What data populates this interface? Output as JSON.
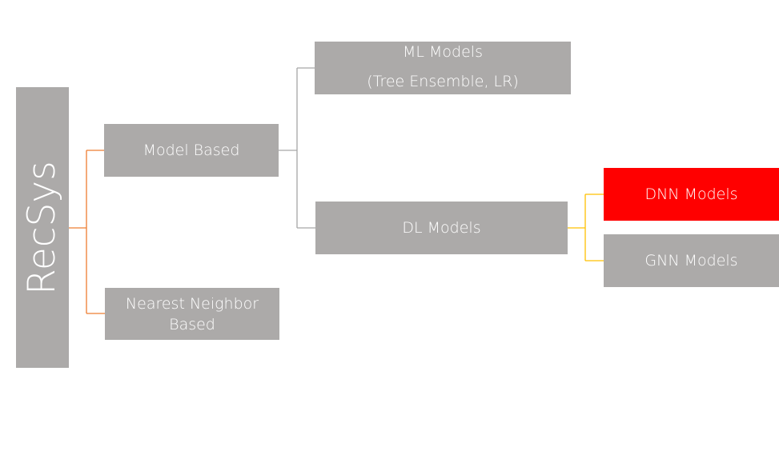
{
  "colors": {
    "box_fill": "#acaaa9",
    "highlight_fill": "#ff0000",
    "root_connector": "#ed7d31",
    "model_connector": "#a6a6a6",
    "dl_connector": "#ffc000",
    "text": "#ffffff"
  },
  "nodes": {
    "root": {
      "label": "RecSys"
    },
    "model_based": {
      "label": "Model Based"
    },
    "nearest_neighbor": {
      "line1": "Nearest Neighbor",
      "line2": "Based"
    },
    "ml_models": {
      "line1": "ML Models",
      "line2": "(Tree Ensemble, LR)"
    },
    "dl_models": {
      "label": "DL Models"
    },
    "dnn_models": {
      "label": "DNN Models",
      "highlighted": true
    },
    "gnn_models": {
      "label": "GNN Models"
    }
  },
  "edges": [
    {
      "from": "RecSys",
      "to": "Model Based"
    },
    {
      "from": "RecSys",
      "to": "Nearest Neighbor Based"
    },
    {
      "from": "Model Based",
      "to": "ML Models"
    },
    {
      "from": "Model Based",
      "to": "DL Models"
    },
    {
      "from": "DL Models",
      "to": "DNN Models"
    },
    {
      "from": "DL Models",
      "to": "GNN Models"
    }
  ]
}
